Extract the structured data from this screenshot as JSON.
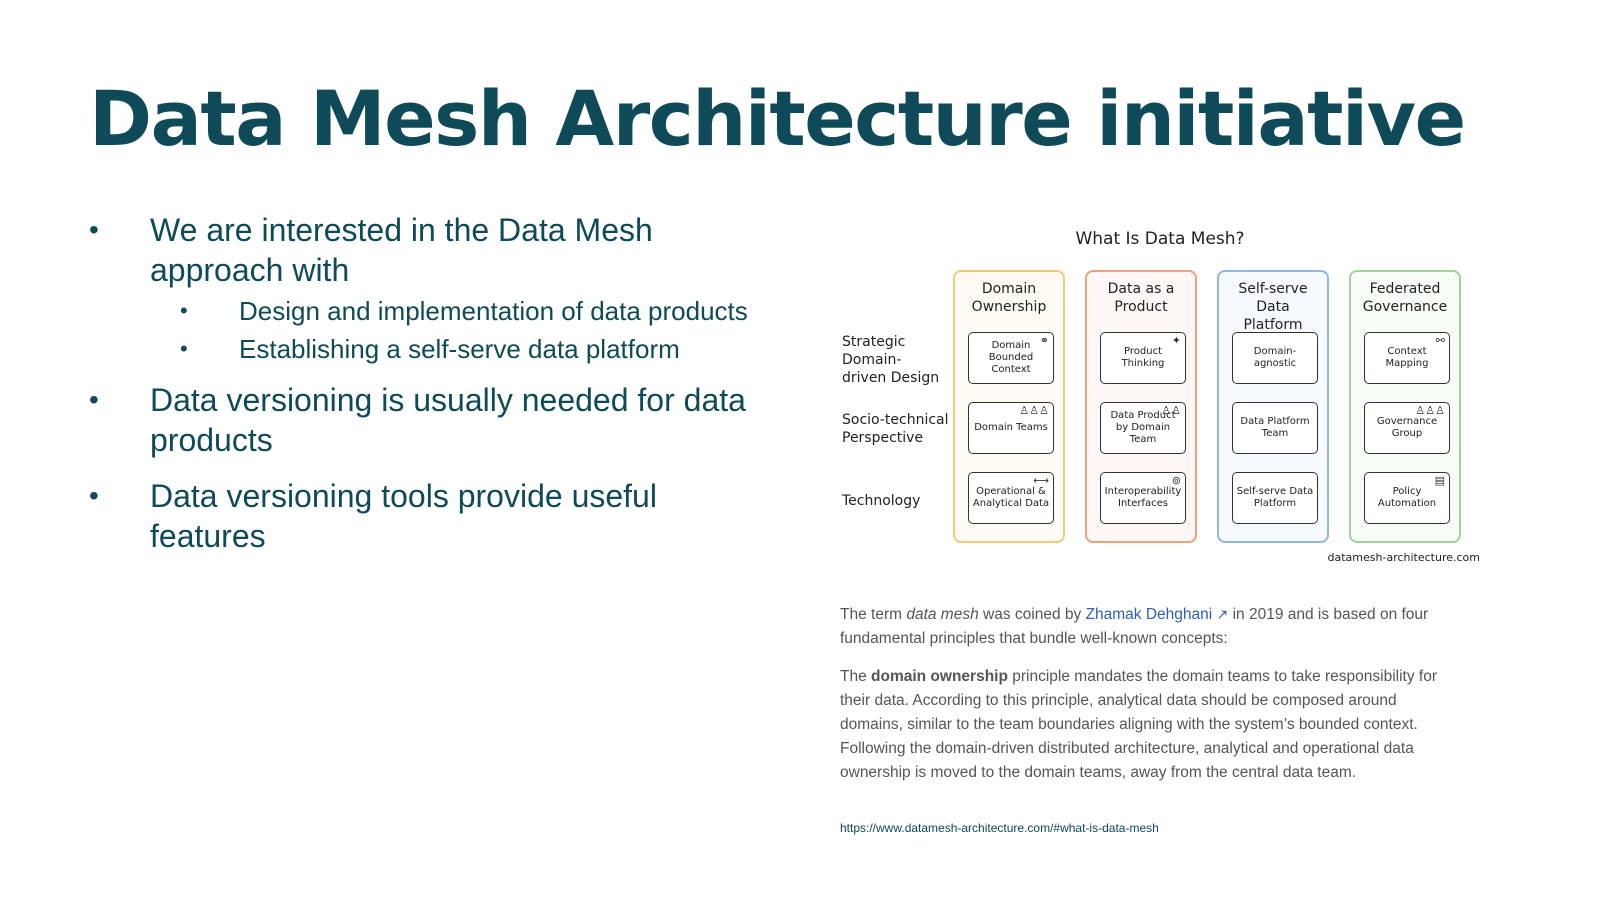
{
  "slide": {
    "title": "Data Mesh Architecture initiative",
    "bullet_marker": "•",
    "bullets": [
      {
        "text": "We are interested in the Data Mesh approach with",
        "sub": [
          "Design and implementation of data products",
          "Establishing a self-serve data platform"
        ]
      },
      {
        "text": "Data versioning is usually needed for data products"
      },
      {
        "text": "Data versioning tools provide useful features"
      }
    ]
  },
  "diagram": {
    "title": "What Is Data Mesh?",
    "row_labels": [
      "Strategic Domain-driven Design",
      "Socio-technical Perspective",
      "Technology"
    ],
    "columns": [
      {
        "header": "Domain Ownership",
        "color": "#f2c978",
        "cells": [
          "Domain Bounded Context",
          "Domain Teams",
          "Operational & Analytical Data"
        ],
        "icons": [
          "graph-icon",
          "people-icon",
          "link-icon"
        ]
      },
      {
        "header": "Data as a Product",
        "color": "#e8a37f",
        "cells": [
          "Product Thinking",
          "Data Product by Domain Team",
          "Interoperability Interfaces"
        ],
        "icons": [
          "gift-icon",
          "team-icon",
          "plug-icon"
        ]
      },
      {
        "header": "Self-serve Data Platform",
        "color": "#8fb8e6",
        "cells": [
          "Domain-agnostic",
          "Data Platform Team",
          "Self-serve Data Platform"
        ],
        "icons": [
          "",
          "",
          ""
        ]
      },
      {
        "header": "Federated Governance",
        "color": "#9fd39a",
        "cells": [
          "Context Mapping",
          "Governance Group",
          "Policy Automation"
        ],
        "icons": [
          "map-link-icon",
          "group-icon",
          "document-icon"
        ]
      }
    ],
    "source": "datamesh-architecture.com"
  },
  "article": {
    "p1_prefix": "The term ",
    "p1_term": "data mesh",
    "p1_mid": " was coined by ",
    "p1_link": "Zhamak Dehghani",
    "p1_suffix": " in 2019 and is based on four fundamental principles that bundle well-known concepts:",
    "p2_prefix": "The ",
    "p2_bold": "domain ownership",
    "p2_suffix": " principle mandates the domain teams to take responsibility for their data. According to this principle, analytical data should be composed around domains, similar to the team boundaries aligning with the system’s bounded context. Following the domain-driven distributed architecture, analytical and operational data ownership is moved to the domain teams, away from the central data team."
  },
  "url": "https://www.datamesh-architecture.com/#what-is-data-mesh"
}
